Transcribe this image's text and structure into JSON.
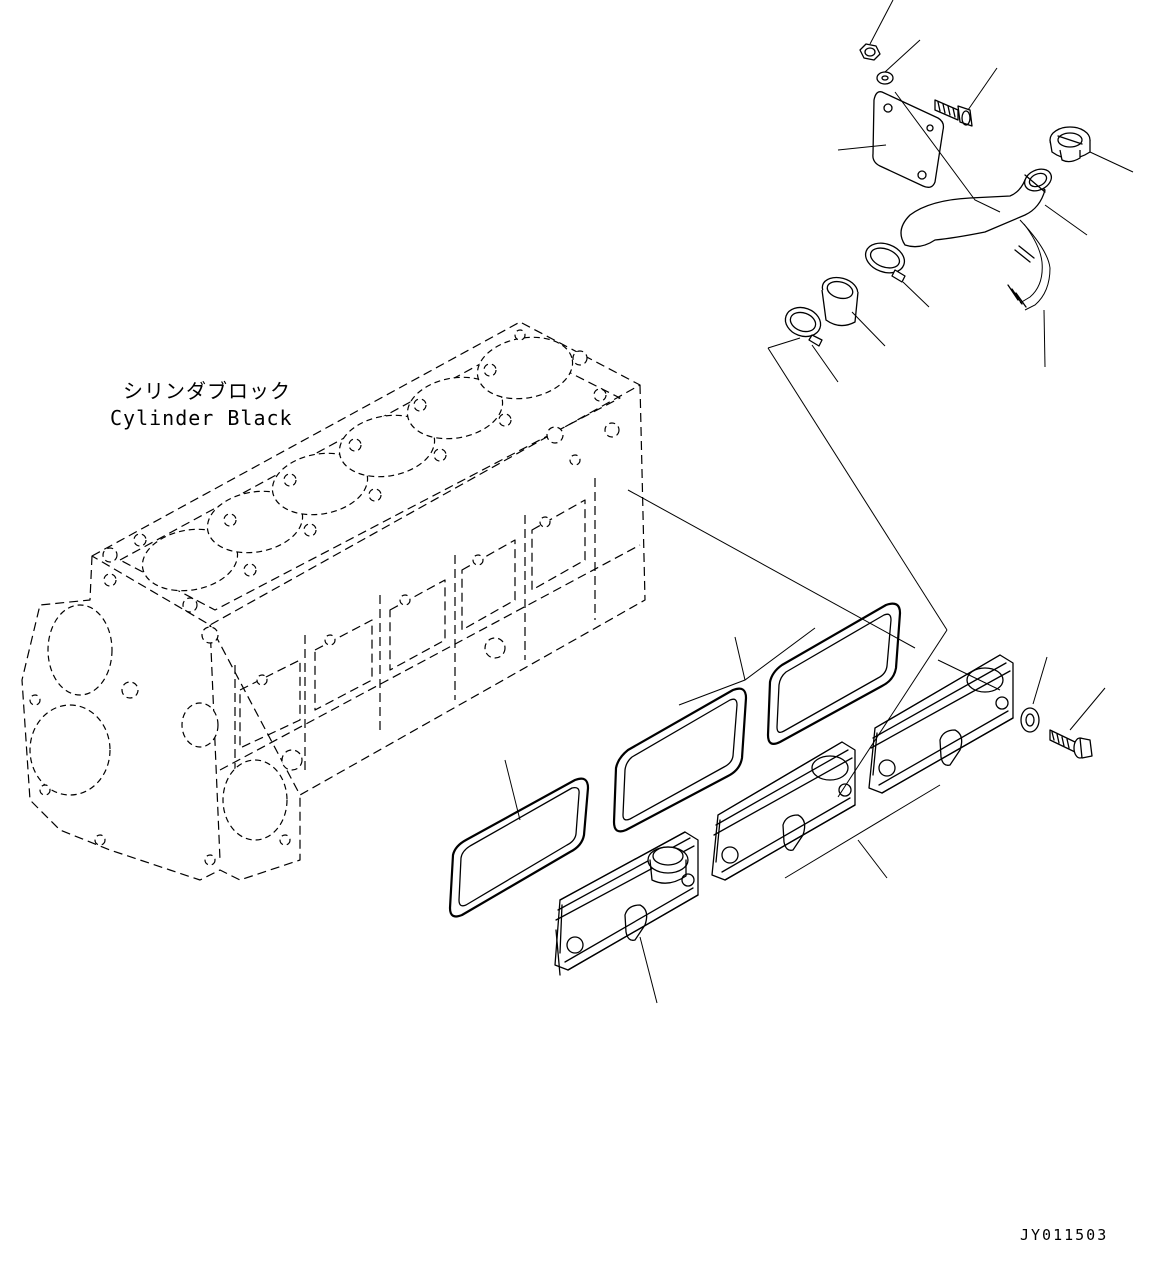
{
  "block_label": {
    "japanese": "シリンダブロック",
    "english": "Cylinder Black"
  },
  "figure_code": "JY011503"
}
